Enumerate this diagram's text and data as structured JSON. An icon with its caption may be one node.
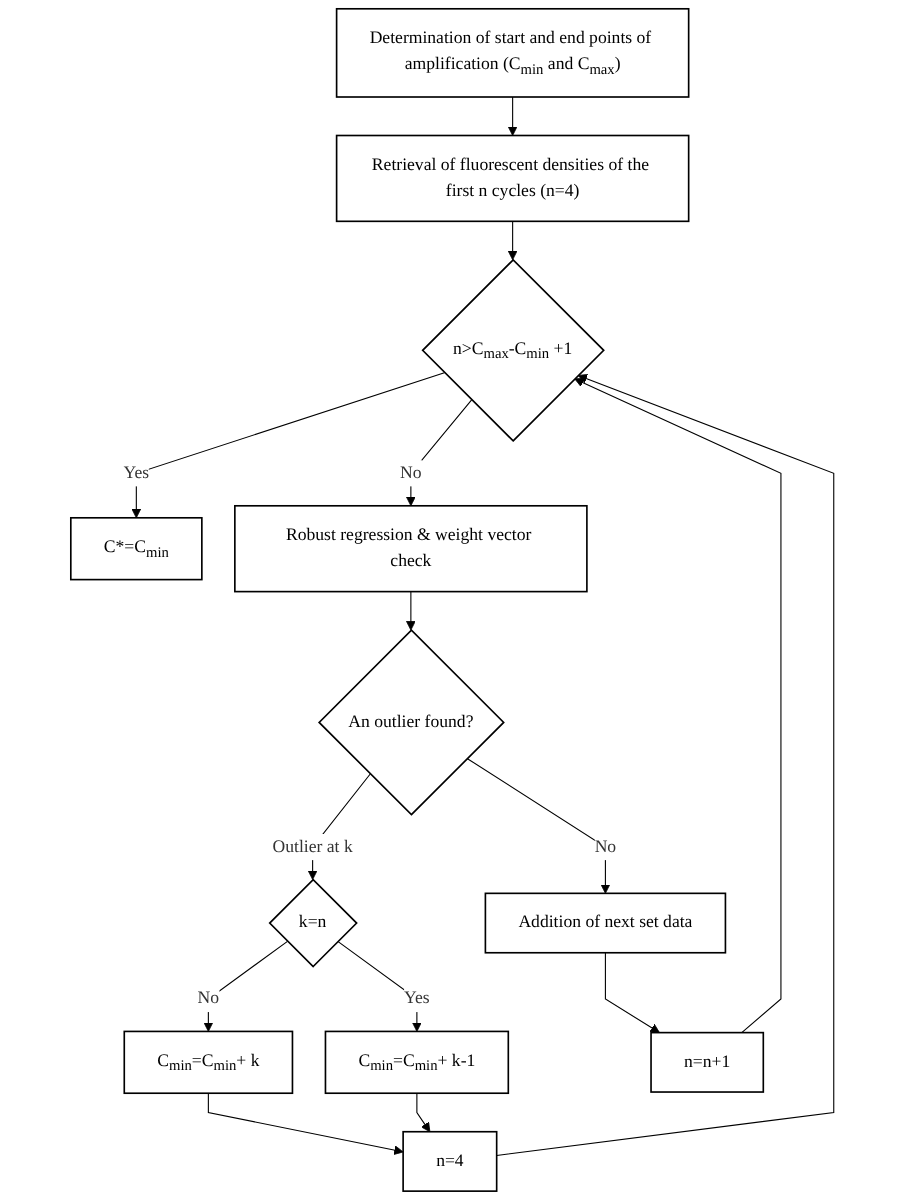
{
  "diagram": {
    "nodes": [
      {
        "text": [
          "Determination of start and end points of amplification (C$_{min}$ and C$_{max}$)"
        ]
      },
      {
        "text": [
          "Retrieval of fluorescent densities of the first n cycles (n=4)"
        ]
      },
      {
        "text": [
          "n>C$_{max}$-C$_{min}$ +1"
        ]
      },
      {
        "text": [
          "C*=C$_{min}$"
        ]
      },
      {
        "text": [
          "Robust regression & weight vector check"
        ]
      },
      {
        "text": [
          "An outlier found?"
        ]
      },
      {
        "text": [
          "Addition of next set data"
        ]
      },
      {
        "text": [
          "k=n"
        ]
      },
      {
        "text": [
          "C$_{min}$=C$_{min}$+ k"
        ]
      },
      {
        "text": [
          "C$_{min}$=C$_{min}$+ k-1"
        ]
      },
      {
        "text": [
          "n=4"
        ]
      },
      {
        "text": [
          "n=n+1"
        ]
      }
    ],
    "edges": [
      {
        "from": 0,
        "to": 1,
        "arrow": "to"
      },
      {
        "from": 1,
        "to": 2,
        "arrow": "to"
      },
      {
        "from": 2,
        "to": 3,
        "arrow": "to",
        "label": "Yes"
      },
      {
        "from": 2,
        "to": 4,
        "arrow": "to",
        "label": "No"
      },
      {
        "from": 4,
        "to": 5,
        "arrow": "to"
      },
      {
        "from": 5,
        "to": 6,
        "arrow": "to",
        "label": "No"
      },
      {
        "from": 5,
        "to": 7,
        "arrow": "to",
        "label": "Outlier at k"
      },
      {
        "from": 7,
        "to": 8,
        "arrow": "to",
        "label": "No"
      },
      {
        "from": 7,
        "to": 9,
        "arrow": "to",
        "label": "Yes"
      },
      {
        "from": 8,
        "to": 10,
        "arrow": "to"
      },
      {
        "from": 9,
        "to": 10,
        "arrow": "to"
      },
      {
        "from": 6,
        "to": 11,
        "arrow": "to"
      },
      {
        "from": 10,
        "to": 2,
        "arrow": "to"
      },
      {
        "from": 11,
        "to": 2,
        "arrow": "to"
      }
    ]
  }
}
